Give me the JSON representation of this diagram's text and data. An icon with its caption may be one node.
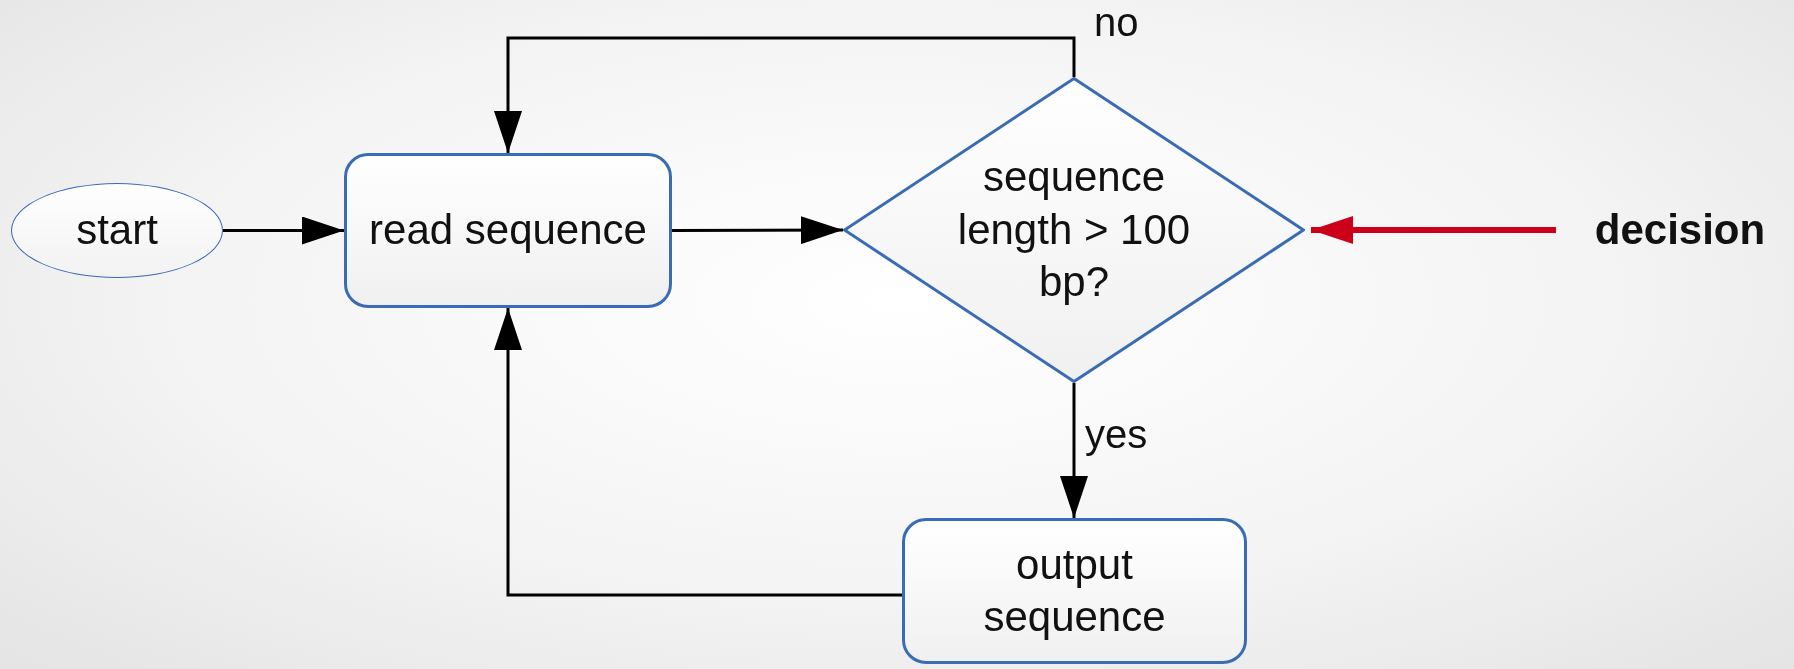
{
  "diagram": {
    "nodes": [
      {
        "text": [
          "start"
        ]
      },
      {
        "text": [
          "read sequence"
        ]
      },
      {
        "text": [
          "sequence length > 100 bp?"
        ]
      },
      {
        "text": [
          "output sequence"
        ]
      },
      {
        "text": [
          "decision"
        ]
      }
    ],
    "edges": [
      {
        "from": 0,
        "to": 1,
        "arrow": "to"
      },
      {
        "from": 1,
        "to": 2,
        "arrow": "to"
      },
      {
        "from": 2,
        "to": 1,
        "arrow": "to",
        "label": "no"
      },
      {
        "from": 2,
        "to": 3,
        "arrow": "to",
        "label": "yes"
      },
      {
        "from": 3,
        "to": 1,
        "arrow": "to"
      },
      {
        "from": 4,
        "to": 2,
        "arrow": "to",
        "style": "thick",
        "color": "#cc0018"
      }
    ]
  }
}
